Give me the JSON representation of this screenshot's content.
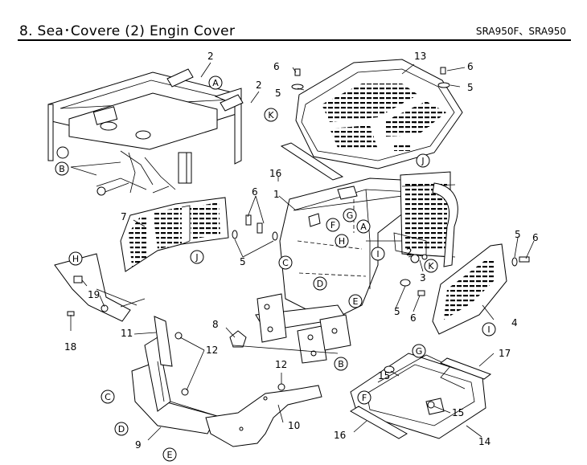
{
  "header": {
    "title": "8. Sea･Covere (2) Engin Cover",
    "models": "SRA950F、SRA950"
  },
  "callouts": {
    "c1": "1",
    "c2a": "2",
    "c2b": "2",
    "c2c": "2",
    "c3": "3",
    "c4": "4",
    "c5a": "5",
    "c5b": "5",
    "c5c": "5",
    "c5d": "5",
    "c5e": "5",
    "c6a": "6",
    "c6b": "6",
    "c6c": "6",
    "c6d": "6",
    "c6e": "6",
    "c7": "7",
    "c8": "8",
    "c9": "9",
    "c10": "10",
    "c11": "11",
    "c12a": "12",
    "c12b": "12",
    "c13": "13",
    "c14": "14",
    "c15a": "15",
    "c15b": "15",
    "c16a": "16",
    "c16b": "16",
    "c17": "17",
    "c18": "18",
    "c19": "19"
  },
  "reference_markers": {
    "A1": "A",
    "A2": "A",
    "B1": "B",
    "B2": "B",
    "C1": "C",
    "C2": "C",
    "D1": "D",
    "D2": "D",
    "E1": "E",
    "E2": "E",
    "F1": "F",
    "F2": "F",
    "G1": "G",
    "G2": "G",
    "H1": "H",
    "H2": "H",
    "I1": "I",
    "I2": "I",
    "J1": "J",
    "J2": "J",
    "K1": "K",
    "K2": "K"
  }
}
